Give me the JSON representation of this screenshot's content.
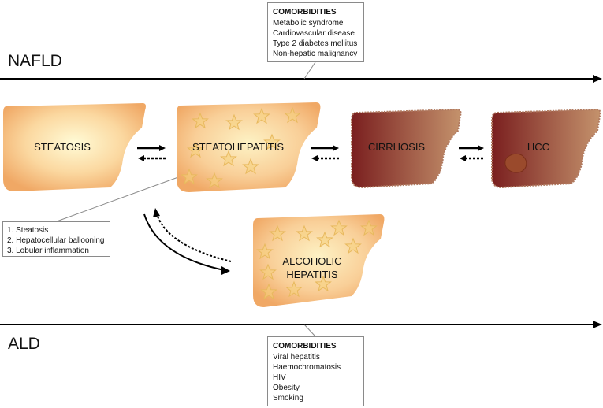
{
  "axes": {
    "top": "NAFLD",
    "bottom": "ALD"
  },
  "stages": [
    {
      "label": "STEATOSIS",
      "style": "steatosis"
    },
    {
      "label": "STEATOHEPATITIS",
      "style": "stars"
    },
    {
      "label": "CIRRHOSIS",
      "style": "fibrotic"
    },
    {
      "label": "HCC",
      "style": "fibrotic-tumor"
    },
    {
      "label_lines": [
        "ALCOHOLIC",
        "HEPATITIS"
      ],
      "style": "stars"
    }
  ],
  "histology_features": [
    "1. Steatosis",
    "2. Hepatocellular ballooning",
    "3. Lobular inflammation"
  ],
  "nafld_comorbidities": {
    "title": "COMORBIDITIES",
    "items": [
      "Metabolic syndrome",
      "Cardiovascular disease",
      "Type 2 diabetes mellitus",
      "Non-hepatic malignancy"
    ]
  },
  "ald_comorbidities": {
    "title": "COMORBIDITIES",
    "items": [
      "Viral hepatitis",
      "Haemochromatosis",
      "HIV",
      "Obesity",
      "Smoking"
    ]
  },
  "colors": {
    "liver_light": "#fdf6c8",
    "liver_edge": "#f0a865",
    "cirrhosis_dark": "#7a1f1f",
    "cirrhosis_light": "#c4926c",
    "tumor": "#9a4a2c",
    "star_fill": "#f6d17c"
  }
}
